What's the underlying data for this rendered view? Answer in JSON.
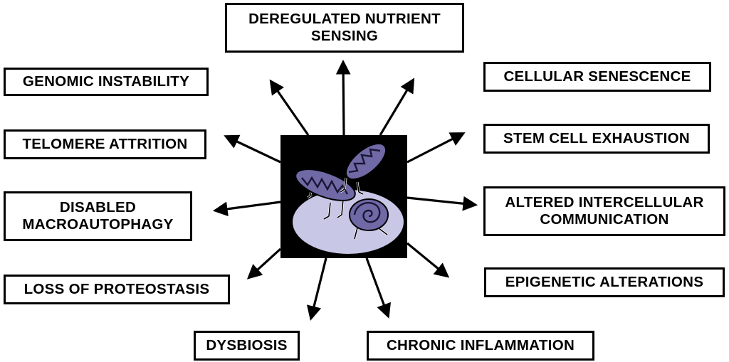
{
  "labels": {
    "deregulated_nutrient_sensing": "DEREGULATED NUTRIENT\nSENSING",
    "genomic_instability": "GENOMIC INSTABILITY",
    "telomere_attrition": "TELOMERE ATTRITION",
    "disabled_macroautophagy": "DISABLED\nMACROAUTOPHAGY",
    "loss_of_proteostasis": "LOSS OF PROTEOSTASIS",
    "dysbiosis": "DYSBIOSIS",
    "chronic_inflammation": "CHRONIC INFLAMMATION",
    "epigenetic_alterations": "EPIGENETIC ALTERATIONS",
    "altered_intercellular_communication": "ALTERED INTERCELLULAR\nCOMMUNICATION",
    "stem_cell_exhaustion": "STEM CELL EXHAUSTION",
    "cellular_senescence": "CELLULAR SENESCENCE"
  },
  "colors": {
    "center_background": "#000000",
    "cell_fill": "#c9c7e6",
    "mitochondria_fill": "#6f6aa6",
    "mitochondria_cristae": "#1a1736",
    "outline": "#000000"
  },
  "icons": {
    "center": "mitochondria-cell-illustration",
    "connectors": "arrow-icon"
  }
}
